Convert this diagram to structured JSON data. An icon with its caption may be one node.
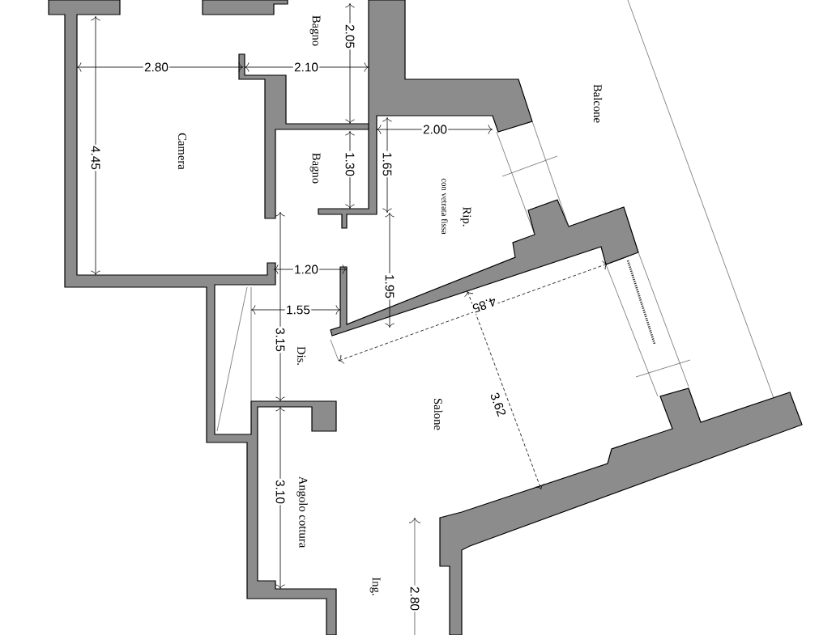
{
  "diagram": {
    "labels": [
      "Bagno",
      "2.05",
      "2.80",
      "2.10",
      "Balcone",
      "2.00",
      "Camera",
      "4.45",
      "Bagno",
      "1.30",
      "1.65",
      "Rip.",
      "con vetrata fissa",
      "1.95",
      "1.20",
      "1.55",
      "4.85",
      "3.15",
      "Dis.",
      "3.62",
      "Salone",
      "Angolo cottura",
      "3.10",
      "Ing.",
      "2.80"
    ]
  }
}
